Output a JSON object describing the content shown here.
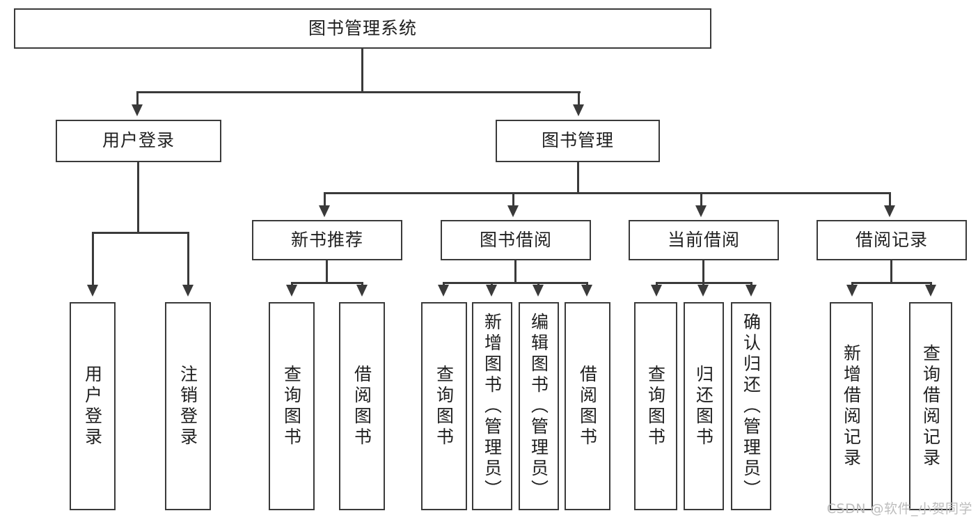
{
  "diagram": {
    "title": "图书管理系统",
    "type": "tree-hierarchy",
    "watermark": "CSDN @软件_小贺同学",
    "colors": {
      "stroke": "#3a3a3a",
      "box_fill": "#ffffff",
      "text": "#1f1f1f",
      "background": "#ffffff",
      "watermark": "#bdbdbd"
    },
    "root": {
      "label": "图书管理系统"
    },
    "level2": [
      {
        "label": "用户登录"
      },
      {
        "label": "图书管理"
      }
    ],
    "level3": [
      {
        "label": "新书推荐"
      },
      {
        "label": "图书借阅"
      },
      {
        "label": "当前借阅"
      },
      {
        "label": "借阅记录"
      }
    ],
    "leaves": {
      "user_login": [
        {
          "label": "用户登录"
        },
        {
          "label": "注销登录"
        }
      ],
      "new_book_recommend": [
        {
          "label": "查询图书"
        },
        {
          "label": "借阅图书"
        }
      ],
      "book_borrow": [
        {
          "label": "查询图书"
        },
        {
          "label": "新增图书（管理员）"
        },
        {
          "label": "编辑图书（管理员）"
        },
        {
          "label": "借阅图书"
        }
      ],
      "current_borrow": [
        {
          "label": "查询图书"
        },
        {
          "label": "归还图书"
        },
        {
          "label": "确认归还（管理员）"
        }
      ],
      "borrow_record": [
        {
          "label": "新增借阅记录"
        },
        {
          "label": "查询借阅记录"
        }
      ]
    }
  }
}
